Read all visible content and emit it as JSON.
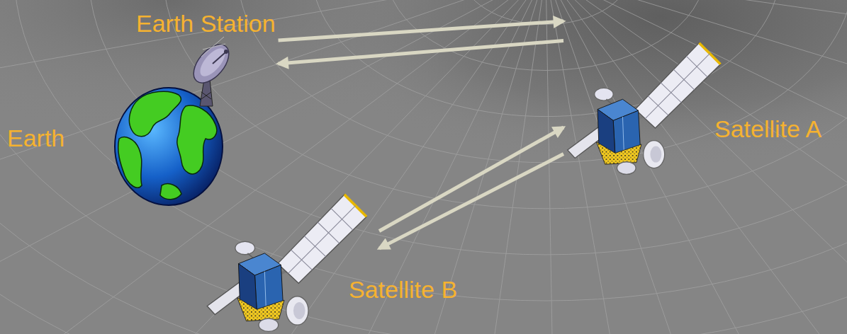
{
  "diagram": {
    "nodes": [
      {
        "text": [
          "Earth Station"
        ]
      },
      {
        "text": [
          "Earth"
        ]
      },
      {
        "text": [
          "Satellite A"
        ]
      },
      {
        "text": [
          "Satellite B"
        ]
      }
    ],
    "edges": [
      {
        "from": 0,
        "to": 2,
        "arrow": "to"
      },
      {
        "from": 2,
        "to": 0,
        "arrow": "to"
      },
      {
        "from": 3,
        "to": 2,
        "arrow": "to"
      },
      {
        "from": 2,
        "to": 3,
        "arrow": "to"
      }
    ]
  }
}
